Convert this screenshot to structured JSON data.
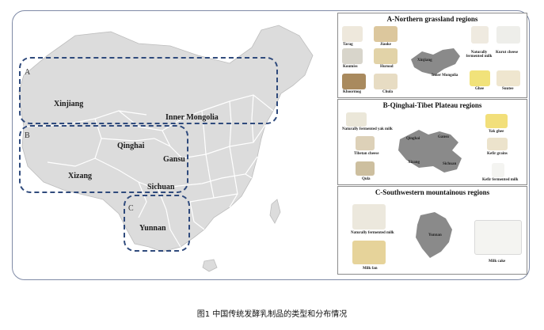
{
  "map": {
    "labels": {
      "xinjiang": "Xinjiang",
      "inner_mongolia": "Inner Mongolia",
      "qinghai": "Qinghai",
      "gansu": "Gansu",
      "xizang": "Xizang",
      "sichuan": "Sichuan",
      "yunnan": "Yunnan"
    },
    "region_letters": {
      "a": "A",
      "b": "B",
      "c": "C"
    },
    "colors": {
      "land": "#dcdcdc",
      "border": "#ffffff",
      "dash": "#2f4a7c"
    }
  },
  "panels": {
    "a": {
      "title": "A-Northern grassland regions",
      "items": [
        "Tarag",
        "Jiaoke",
        "Koumiss",
        "Hurood",
        "Khoormog",
        "Chula",
        "Naturally fermented milk",
        "Kurut cheese",
        "Ghee",
        "Suutee"
      ],
      "map_labels": [
        "Xinjiang",
        "Inner Mongolia"
      ]
    },
    "b": {
      "title": "B-Qinghai-Tibet Plateau regions",
      "items": [
        "Naturally fermented yak milk",
        "Tibetan cheese",
        "Qula",
        "Yak ghee",
        "Kefir grains",
        "Kefir fermented milk"
      ],
      "map_labels": [
        "Qinghai",
        "Gansu",
        "Xizang",
        "Sichuan"
      ]
    },
    "c": {
      "title": "C-Southwestern mountainous regions",
      "items": [
        "Naturally fermented milk",
        "Milk fan",
        "Milk cake"
      ],
      "map_labels": [
        "Yunnan"
      ]
    }
  },
  "caption": "图1 中国传统发酵乳制品的类型和分布情况"
}
